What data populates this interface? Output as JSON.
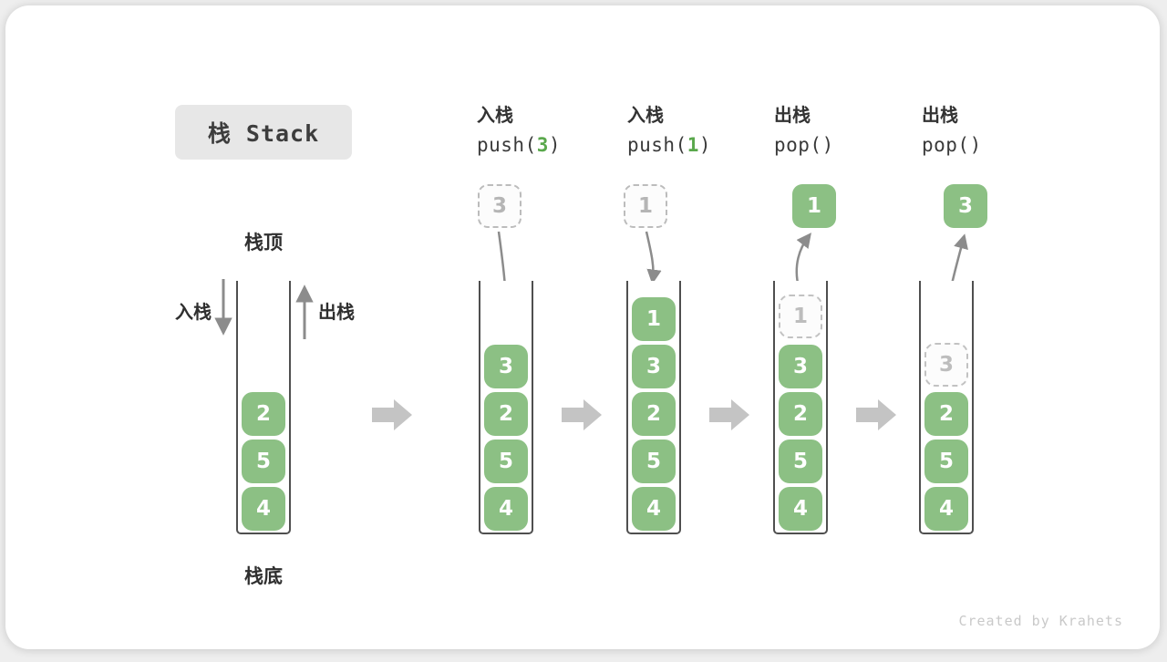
{
  "title": "栈 Stack",
  "watermark": "Created by Krahets",
  "stack_labels": {
    "top": "栈顶",
    "bottom": "栈底",
    "push_side": "入栈",
    "pop_side": "出栈"
  },
  "colors": {
    "cell_green": "#8cc084",
    "code_arg_green": "#5aa84c",
    "arrow_gray": "#8c8c8c",
    "block_arrow_gray": "#c4c4c4",
    "dashed_gray": "#bcbcbc",
    "wall_dark": "#4f4f4f",
    "title_bg": "#e7e7e7",
    "watermark_gray": "#c9c9c9"
  },
  "columns": [
    {
      "name": "initial",
      "stack": [
        "2",
        "5",
        "4"
      ]
    },
    {
      "name": "push-3",
      "op": "入栈",
      "code": {
        "pre": "push(",
        "arg": "3",
        "post": ")"
      },
      "incoming": "3",
      "stack": [
        "3",
        "2",
        "5",
        "4"
      ]
    },
    {
      "name": "push-1",
      "op": "入栈",
      "code": {
        "pre": "push(",
        "arg": "1",
        "post": ")"
      },
      "incoming": "1",
      "stack": [
        "1",
        "3",
        "2",
        "5",
        "4"
      ]
    },
    {
      "name": "pop-1",
      "op": "出栈",
      "code": {
        "pre": "pop(",
        "arg": "",
        "post": ")"
      },
      "outgoing": "1",
      "ghost": "1",
      "stack": [
        "3",
        "2",
        "5",
        "4"
      ]
    },
    {
      "name": "pop-3",
      "op": "出栈",
      "code": {
        "pre": "pop(",
        "arg": "",
        "post": ")"
      },
      "outgoing": "3",
      "ghost": "3",
      "stack": [
        "2",
        "5",
        "4"
      ]
    }
  ]
}
